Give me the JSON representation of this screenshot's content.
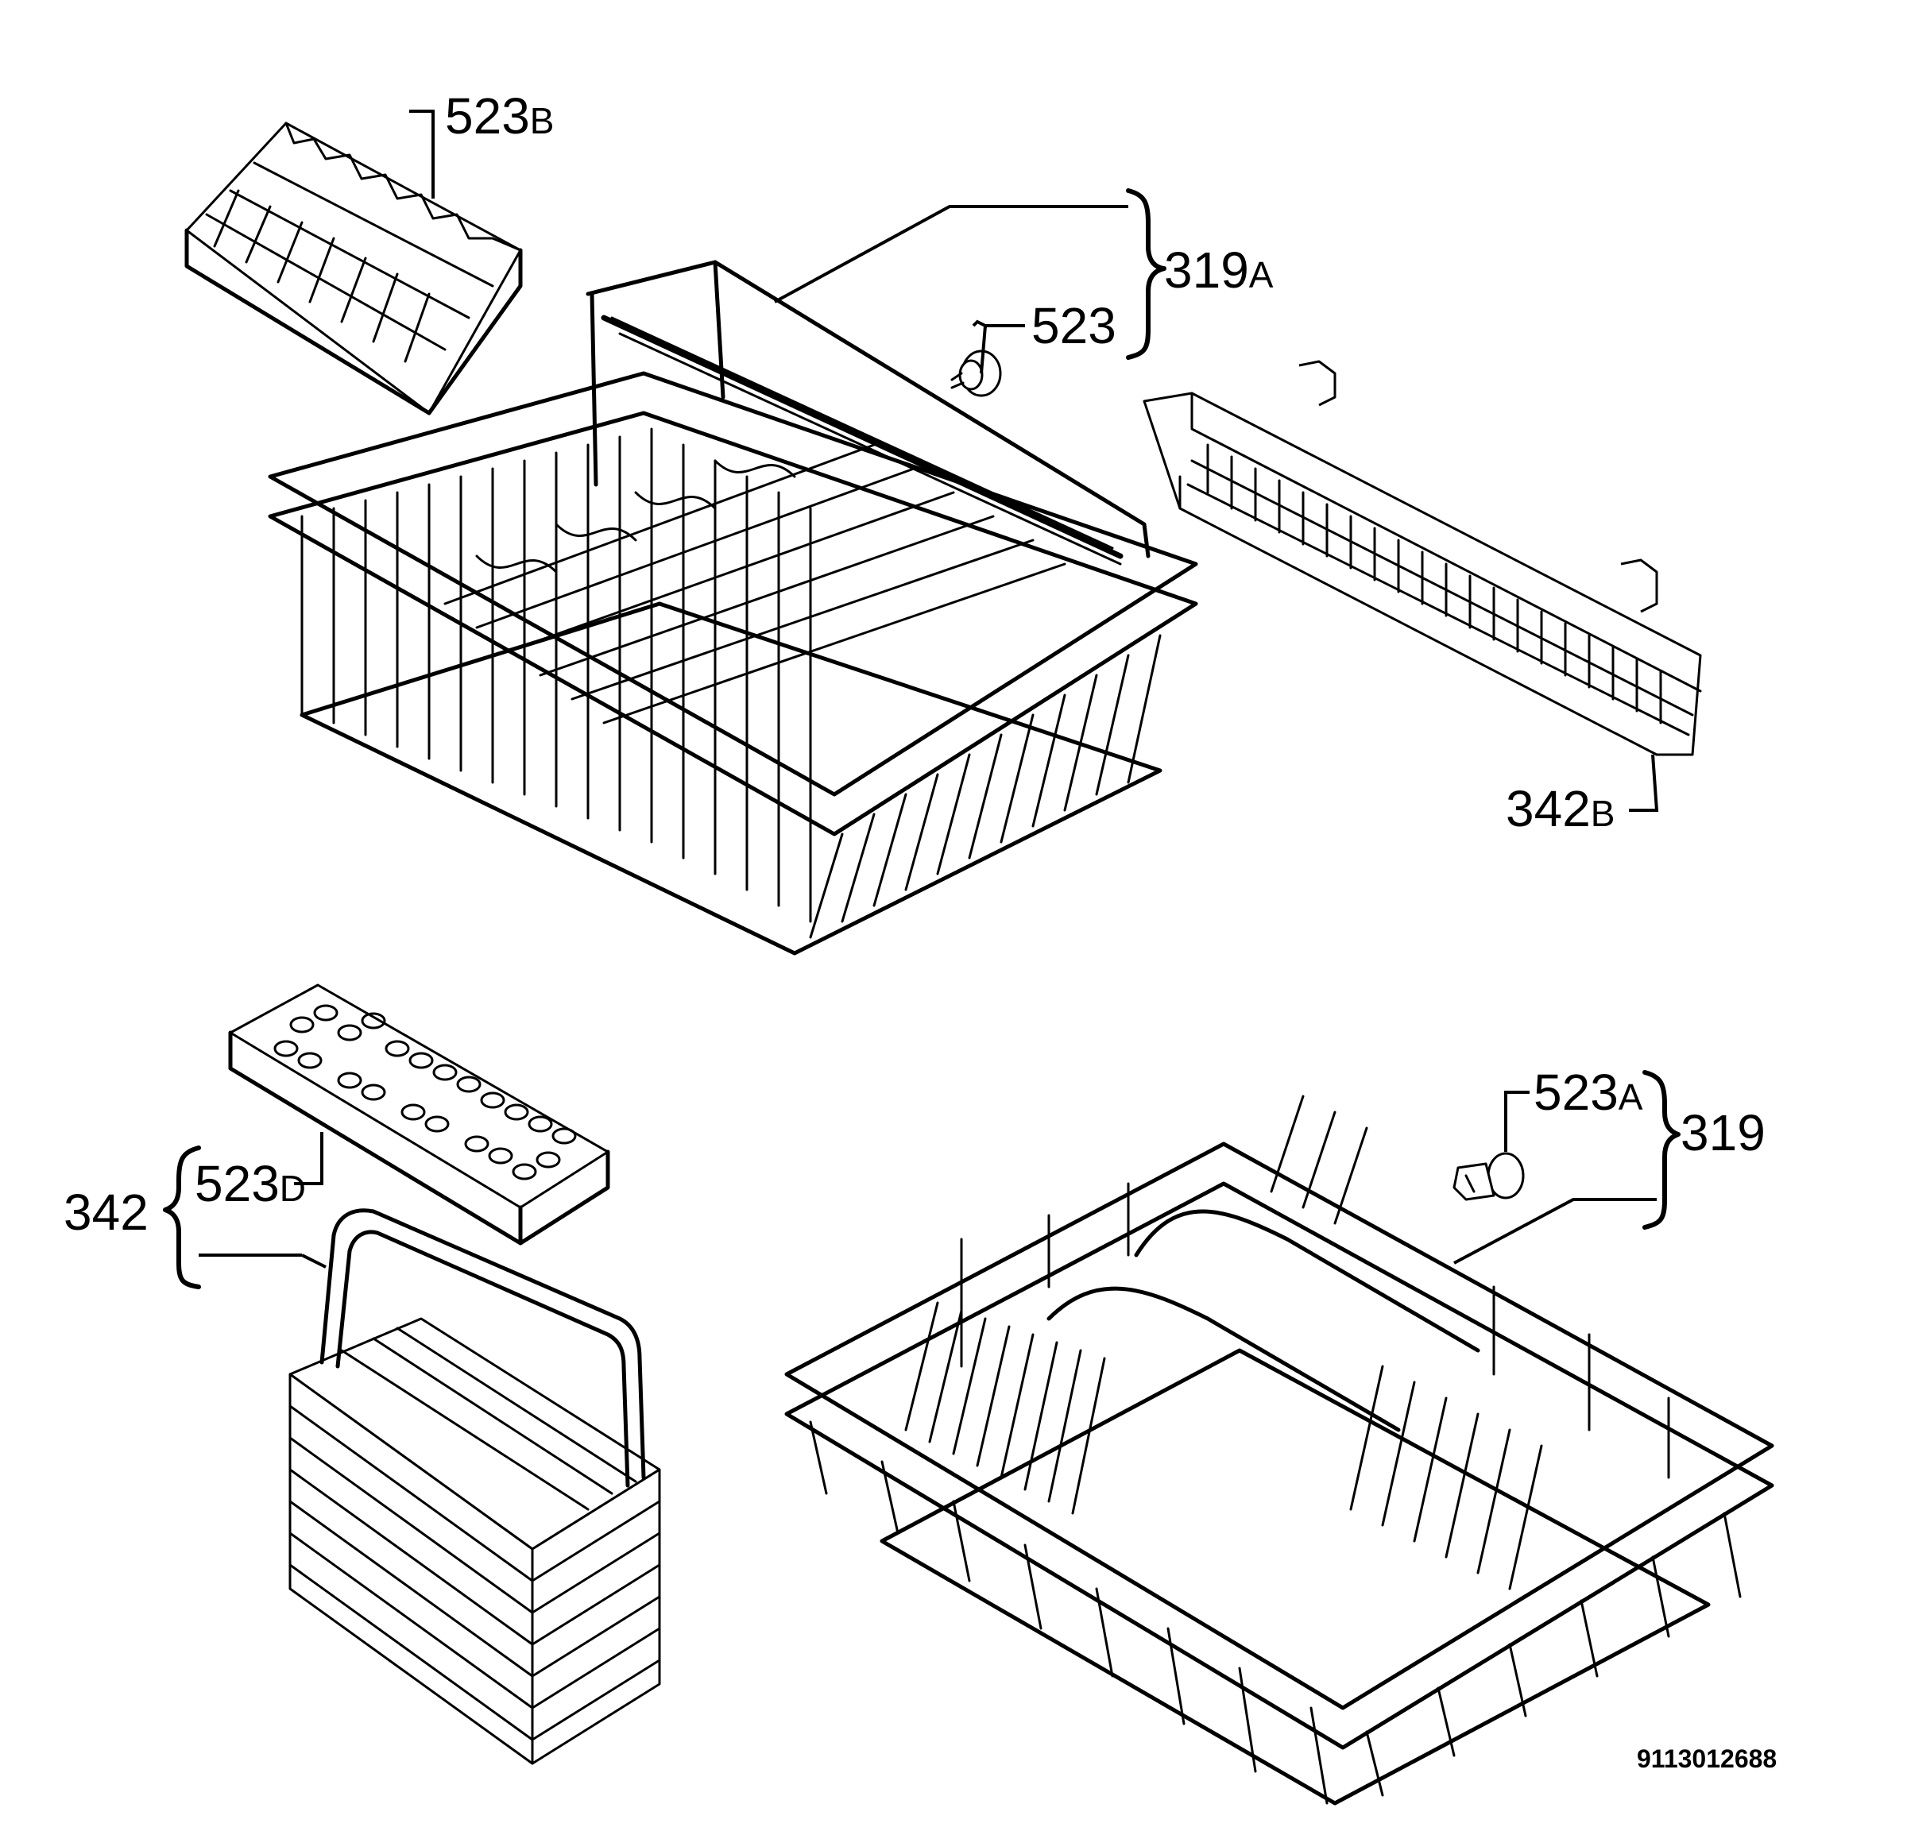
{
  "labels": {
    "l523B": {
      "main": "523",
      "suffix": "B"
    },
    "l319A": {
      "main": "319",
      "suffix": "A"
    },
    "l523": {
      "main": "523",
      "suffix": ""
    },
    "l342B": {
      "main": "342",
      "suffix": "B"
    },
    "l523A": {
      "main": "523",
      "suffix": "A"
    },
    "l319": {
      "main": "319",
      "suffix": ""
    },
    "l523D": {
      "main": "523",
      "suffix": "D"
    },
    "l342": {
      "main": "342",
      "suffix": ""
    }
  },
  "diagram_code": "9113012688"
}
